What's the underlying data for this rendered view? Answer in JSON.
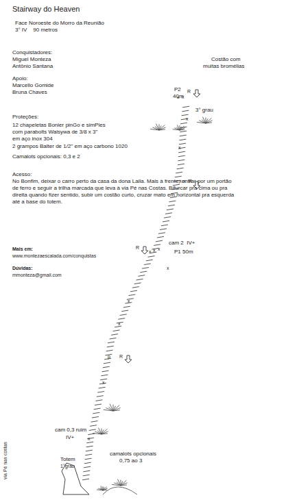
{
  "diagram": {
    "title": "Stairway do Heaven",
    "labels": [
      "Face Noroeste do Morro da Reunião",
      "3° IV    90 metros",
      "Conquistadores:",
      "Miguel Monteza",
      "Antônio Santana",
      "Apoio:",
      "Marcello Gomide",
      "Bruna Chaves",
      "Costão com",
      "muitas bromélias",
      "P2",
      "40m",
      "a",
      "x",
      "R",
      "3° grau",
      "Proteções:",
      "12 chapeletas Bonier pinGo e simPles",
      "com parabolts Walsywa de 3/8 x 3\"",
      "em aço inox 304",
      "2 grampos Balter de 1/2\" em aço carbono 1020",
      "Camalots opcionais: 0,3 e 2",
      "x",
      "x",
      "Acesso:",
      "No Bonfim, deixar o carro perto da casa da dona Laila. Mais à frente, entrar por um portão de ferro e seguir a trilha marcada que leva à via Pé nas Costas. Bifurcar pra cima ou pra direita quando fizer sentido, subir um costão curto, cruzar mato em horizontal pra esquerda até a base do totem.",
      "x",
      "x",
      "R",
      "Mais em:",
      "www.montezaescalada.com/conquistas",
      "Dúvidas:",
      "mmonteza@gmail.com",
      "cam 2  IV+",
      "P1 50m",
      "R",
      "x",
      "x",
      "x",
      "x",
      "x",
      "x",
      "p",
      "R",
      "x",
      "cam 0,3 ruim",
      "IV+",
      "x",
      "Totem",
      "1°grau",
      "camalots opcionais",
      "0,75 ao 3",
      "via Pé nas costas"
    ]
  }
}
